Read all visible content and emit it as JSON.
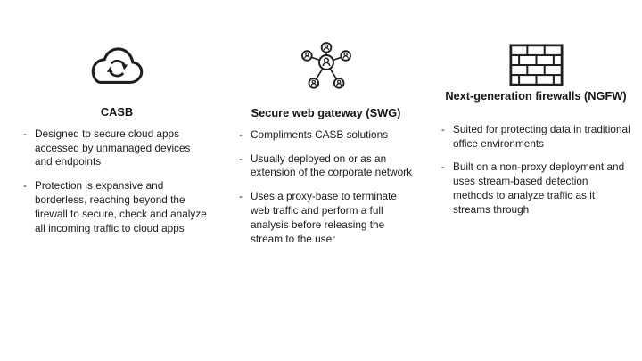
{
  "slide": {
    "background": "#ffffff",
    "text_color": "#1b1b1b",
    "icon_color": "#1f1f1f"
  },
  "bullet_marker": "-",
  "columns": [
    {
      "icon": "cloud-sync-icon",
      "title": "CASB",
      "bullets": [
        "Designed to secure cloud apps accessed by unmanaged devices and endpoints",
        "Protection is expansive and borderless, reaching beyond the firewall to secure, check and analyze all incoming traffic to cloud apps"
      ]
    },
    {
      "icon": "network-users-icon",
      "title": "Secure web gateway (SWG)",
      "bullets": [
        "Compliments CASB solutions",
        "Usually deployed on or as an extension of the corporate network",
        "Uses a proxy-base to terminate web traffic and perform a full analysis before releasing the stream to the user"
      ]
    },
    {
      "icon": "brick-wall-icon",
      "title": "Next-generation firewalls (NGFW)",
      "bullets": [
        "Suited for protecting data in traditional office environments",
        "Built on a non-proxy deployment and uses stream-based detection methods to analyze traffic as it streams through"
      ]
    }
  ]
}
